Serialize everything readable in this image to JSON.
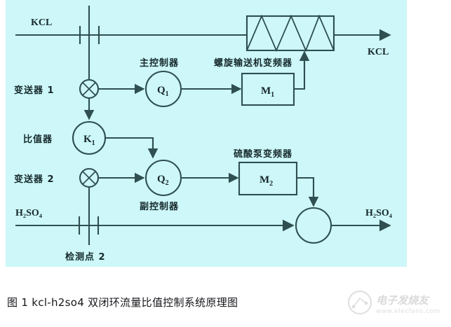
{
  "figure": {
    "caption": "图 1 kcl-h2so4 双闭环流量比值控制系统原理图",
    "background_color": "#cdf7f9",
    "line_color": "#2f4f51",
    "page_color": "#ffffff"
  },
  "streams": {
    "top_inlet_label": "KCL",
    "top_outlet_label": "KCL",
    "bottom_inlet_label": "H₂SO₄",
    "bottom_outlet_label": "H₂SO₄"
  },
  "labels": {
    "transmitter_1": "变送器 1",
    "transmitter_2": "变送器 2",
    "ratio_unit": "比值器",
    "main_controller": "主控制器",
    "sub_controller": "副控制器",
    "screw_conveyor_vfd": "螺旋输送机变频器",
    "acid_pump_vfd": "硫酸泵变频器",
    "detection_point_2": "检测点 2"
  },
  "blocks": {
    "main_controller_symbol": "Q",
    "main_controller_index": "1",
    "sub_controller_symbol": "Q",
    "sub_controller_index": "2",
    "ratio_symbol": "K",
    "ratio_index": "1",
    "motor1_symbol": "M",
    "motor1_index": "1",
    "motor2_symbol": "M",
    "motor2_index": "2"
  },
  "watermark": {
    "brand": "电子发烧友",
    "url": "www.elecfans.com"
  }
}
